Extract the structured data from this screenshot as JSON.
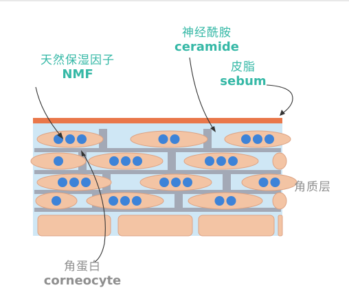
{
  "labels": {
    "nmf": {
      "cn": "天然保湿因子",
      "en": "NMF"
    },
    "ceramide": {
      "cn": "神经酰胺",
      "en": "ceramide"
    },
    "sebum": {
      "cn": "皮脂",
      "en": "sebum"
    },
    "stratum_corneum": {
      "cn": "角质层"
    },
    "corneocyte": {
      "cn": "角蛋白",
      "en": "corneocyte"
    }
  },
  "colors": {
    "label_teal": "#35b8a6",
    "label_grey": "#8f8f8f",
    "background_layer": "#cfe7f5",
    "sebum_film": "#e9774a",
    "cell": "#f3c4a4",
    "cell_border": "#dca283",
    "nmf_dot": "#3d83d8",
    "ceramide_lipid": "#a3a9b6",
    "leader_line": "#333333"
  }
}
